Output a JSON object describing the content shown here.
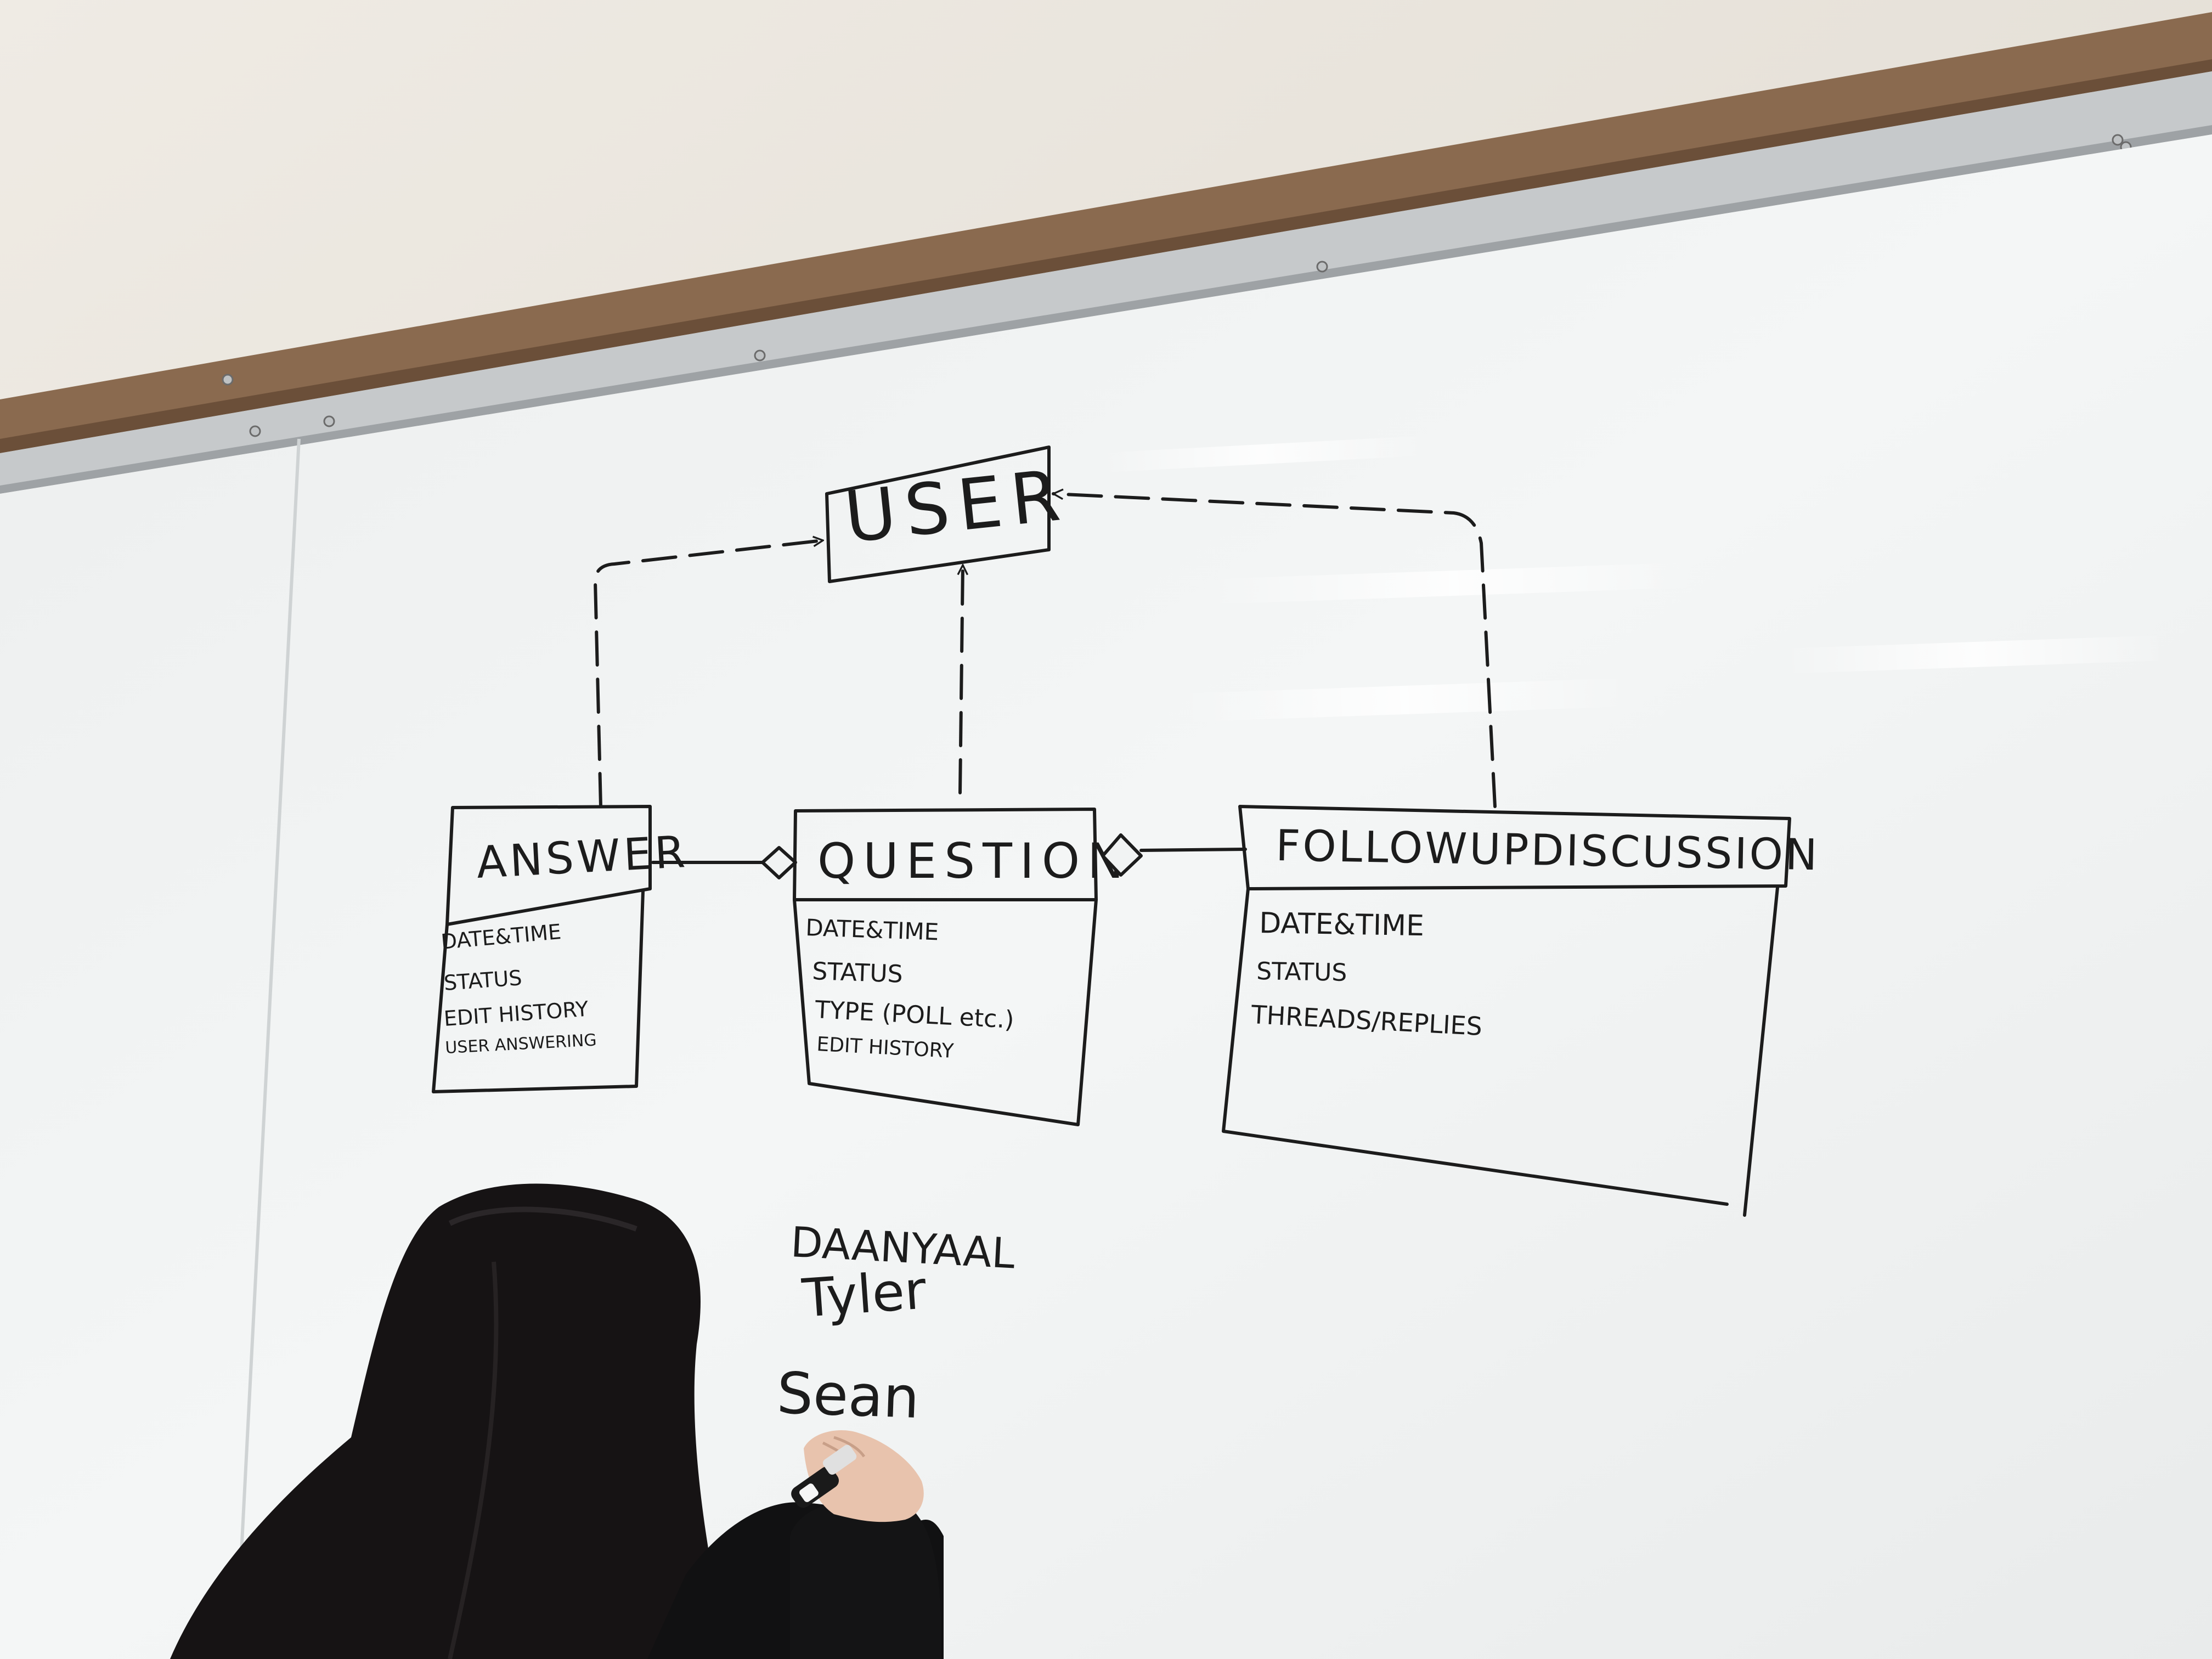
{
  "diagram": {
    "user": {
      "title": "USER"
    },
    "answer": {
      "title": "ANSWER",
      "attributes": [
        "DATE&TIME",
        "STATUS",
        "EDIT HISTORY",
        "USER ANSWERING"
      ]
    },
    "question": {
      "title": "QUESTION",
      "attributes": [
        "DATE&TIME",
        "STATUS",
        "TYPE (POLL etc.)",
        "EDIT HISTORY"
      ]
    },
    "followup": {
      "title": "FOLLOWUPDISCUSSION",
      "attributes": [
        "DATE&TIME",
        "STATUS",
        "THREADS/REPLIES"
      ]
    }
  },
  "names": [
    "DAANYAAL",
    "Tyler",
    "Sean"
  ],
  "colors": {
    "wall": "#e9e4dc",
    "trim": "#8a6a4f",
    "frame": "#c9ccce",
    "board": "#f1f3f3",
    "marker": "#1c1c1c",
    "hair": "#161314",
    "skin": "#e8c3ad"
  }
}
